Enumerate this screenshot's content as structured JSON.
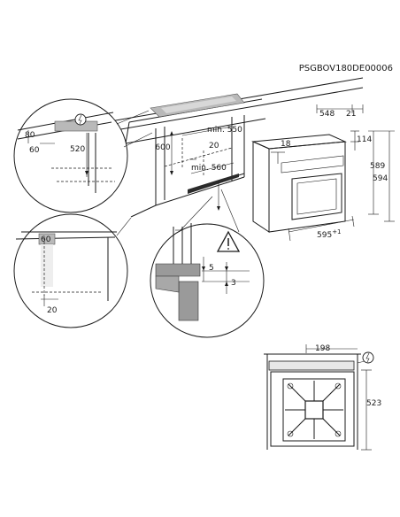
{
  "product_code": "PSGBOV180DE00006",
  "dimensions": {
    "d80": "80",
    "d60_a": "60",
    "d520": "520",
    "d600": "600",
    "d_min550": "min. 550",
    "d20_a": "20",
    "d_min560": "min. 560",
    "d18": "18",
    "d548": "548",
    "d21": "21",
    "d114": "114",
    "d589": "589",
    "d594": "594",
    "d595": "595",
    "d595_tol": "+1",
    "d60_b": "60",
    "d20_b": "20",
    "d5": "5",
    "d3": "3",
    "d198": "198",
    "d523": "523"
  },
  "icons": [
    "electric-plug-icon",
    "warning-icon"
  ],
  "colors": {
    "line": "#1a1a1a",
    "panel_grey": "#b9b9b9",
    "wood_grey": "#9a9a9a"
  }
}
